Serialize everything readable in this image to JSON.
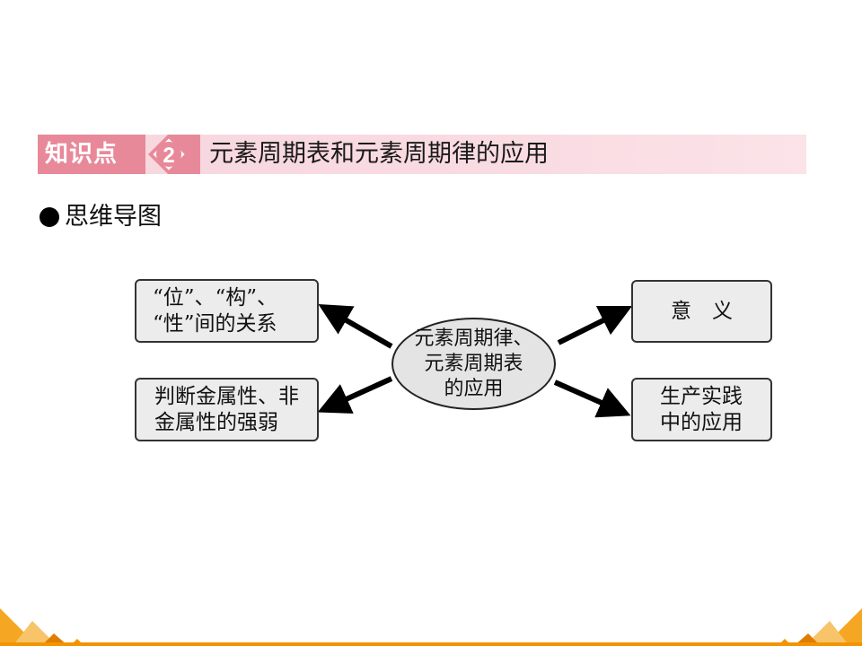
{
  "header": {
    "tag": "知识点",
    "number": "2",
    "title": "元素周期表和元素周期律的应用"
  },
  "subheading": "思维导图",
  "diagram": {
    "center": {
      "line1": "元素周期律、",
      "line2": "元素周期表",
      "line3": "的应用"
    },
    "top_left": {
      "line1": "“位”、“构”、",
      "line2": "“性”间的关系"
    },
    "bottom_left": {
      "line1": "判断金属性、非",
      "line2": "金属性的强弱"
    },
    "top_right": {
      "line1": "意　义"
    },
    "bottom_right": {
      "line1": "生产实践",
      "line2": "中的应用"
    }
  },
  "colors": {
    "tag_bg": "#e8899a",
    "header_bg": "#f8d7de",
    "accent_orange": "#f29400",
    "box_bg": "#ececec"
  }
}
